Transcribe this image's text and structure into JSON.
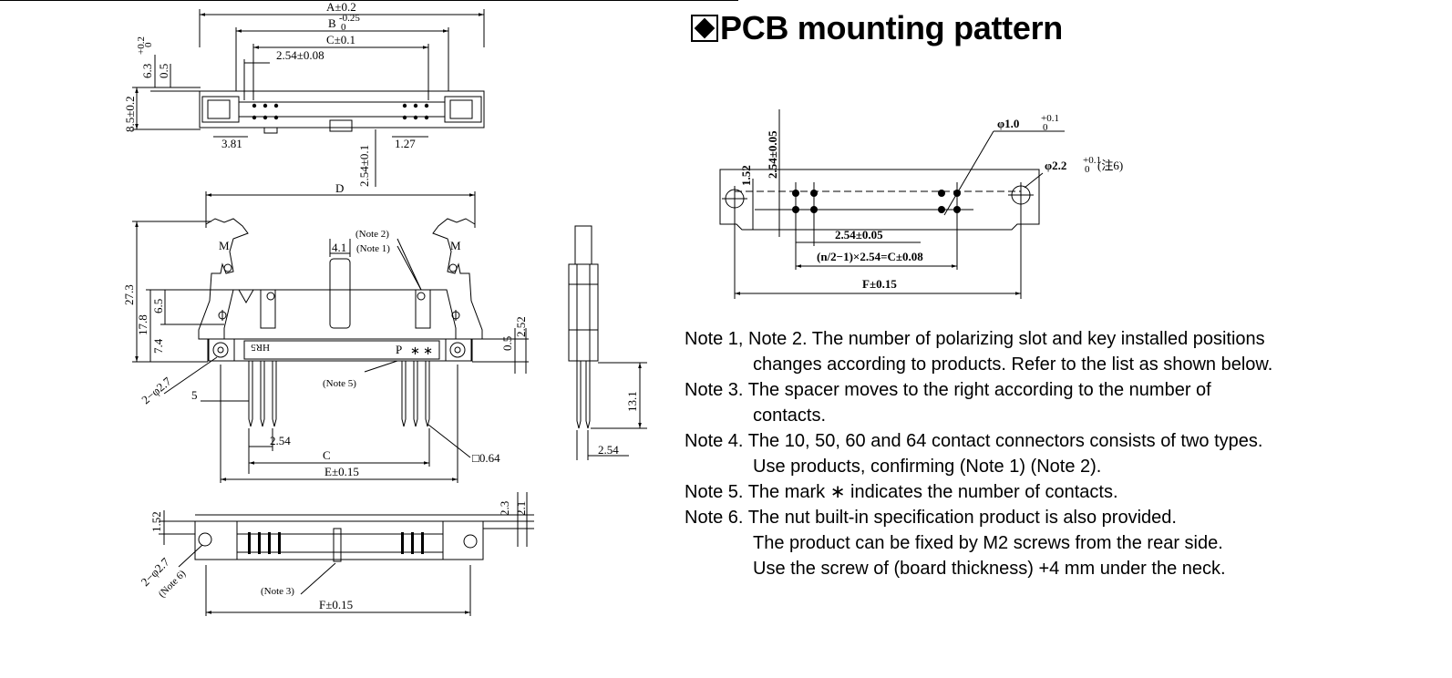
{
  "heading": "PCB mounting pattern",
  "notes": [
    {
      "label": "Note 1, Note 2.",
      "text": "The number of polarizing slot and key installed positions",
      "cont": [
        "changes according to products. Refer to the list as shown below."
      ]
    },
    {
      "label": "Note 3.",
      "text": "The spacer moves to the right according to the number of",
      "cont": [
        "contacts."
      ]
    },
    {
      "label": "Note 4.",
      "text": "The 10, 50, 60 and 64 contact connectors consists of two types.",
      "cont": [
        "Use products, confirming (Note 1) (Note 2)."
      ]
    },
    {
      "label": "Note 5.",
      "text": "The mark ∗ indicates the number of contacts.",
      "cont": []
    },
    {
      "label": "Note 6.",
      "text": "The nut built-in specification product is also provided.",
      "cont": [
        "The product can be fixed by M2 screws from the rear side.",
        "Use the screw of (board thickness) +4 mm under the neck."
      ]
    }
  ],
  "top_view": {
    "dim_a": "A±0.2",
    "dim_b": "B",
    "dim_b_tol_top": "-0.25",
    "dim_b_tol_bot": "0",
    "dim_c": "C±0.1",
    "pitch": "2.54±0.08",
    "h_63": "6.3",
    "h_63_tol_top": "+0.2",
    "h_63_tol_bot": "0",
    "h_05": "0.5",
    "h_85": "8.5±0.2",
    "d_381": "3.81",
    "d_127": "1.27",
    "d_254": "2.54±0.1"
  },
  "front_view": {
    "dim_d": "D",
    "note2": "(Note 2)",
    "note1": "(Note 1)",
    "d_41": "4.1",
    "h_273": "27.3",
    "h_178": "17.8",
    "h_65": "6.5",
    "h_74": "7.4",
    "h_05": "0.5",
    "h_252": "2.52",
    "hole": "2−φ2.7",
    "d_5": "5",
    "note5": "(Note 5)",
    "d_254": "2.54",
    "dim_c": "C",
    "dim_e": "E±0.15",
    "pin_sq": "□0.64",
    "mark_m": "M",
    "body_label": "HR5",
    "body_p": "P",
    "body_stars": "∗ ∗"
  },
  "side_view": {
    "h_131": "13.1",
    "d_254": "2.54"
  },
  "bottom_view": {
    "h_152": "1.52",
    "h_23": "2.3",
    "h_21": "2.1",
    "hole": "2−φ2.7",
    "note6": "(Note 6)",
    "note3": "(Note 3)",
    "dim_f": "F±0.15"
  },
  "pcb_pattern": {
    "hole_small": "φ1.0",
    "hole_small_tol_top": "+0.1",
    "hole_small_tol_bot": "0",
    "hole_large": "φ2.2",
    "hole_large_tol_top": "+0.1",
    "hole_large_tol_bot": "0",
    "hole_large_note": "(注6)",
    "h_152": "1.52",
    "h_254": "2.54±0.05",
    "d_254": "2.54±0.05",
    "formula": "(n/2−1)×2.54=C±0.08",
    "dim_f": "F±0.15"
  }
}
